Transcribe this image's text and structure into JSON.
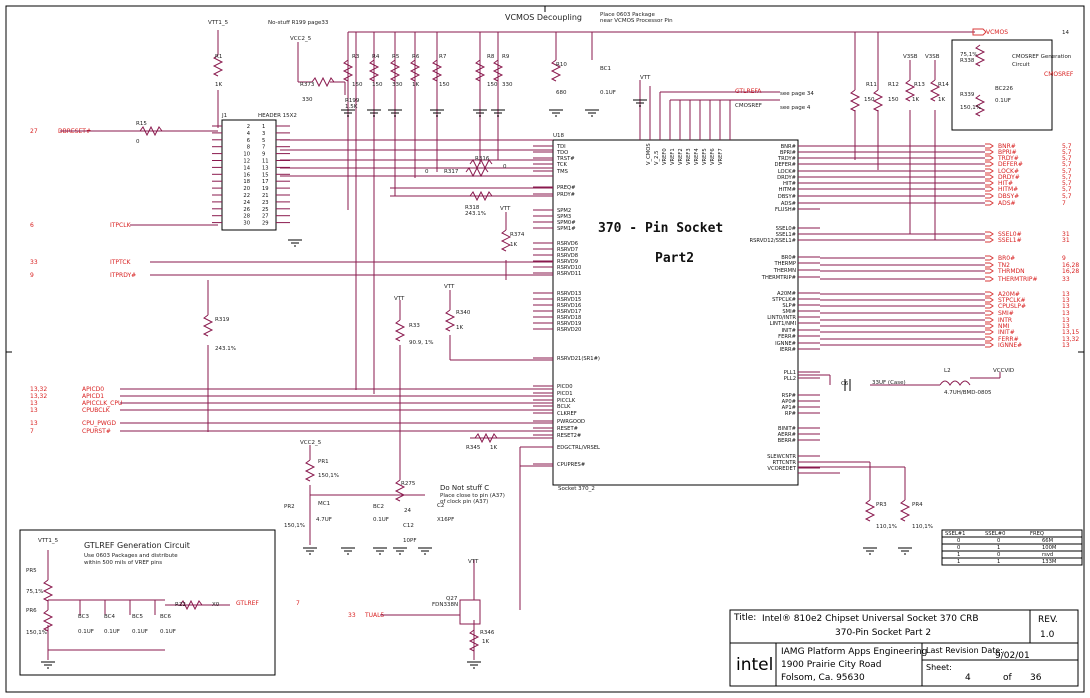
{
  "header": {
    "decoupling": "VCMOS Decoupling",
    "place_note_1": "Place 0603 Package",
    "place_note_2": "near VCMOS Processor Pin",
    "nostuff": "No-stuff R199 page33"
  },
  "socket": {
    "ref": "U18",
    "title_1": "370 - Pin Socket",
    "title_2": "Part2",
    "footer": "Socket 370_2",
    "left_pins": [
      "TDI",
      "TDO",
      "TRST#",
      "TCK",
      "TMS",
      "PREQ#",
      "PRDY#",
      "SPM2",
      "SPM3",
      "SPM0#",
      "SPM1#",
      "RSRVD6",
      "RSRVD7",
      "RSRVD8",
      "RSRVD9",
      "RSRVD10",
      "RSRVD11",
      "RSRVD13",
      "RSRVD15",
      "RSRVD16",
      "RSRVD17",
      "RSRVD18",
      "RSRVD19",
      "RSRVD20",
      "RSRVD21(SR1#)",
      "PICD0",
      "PICD1",
      "PICCLK",
      "BCLK",
      "CLKREF",
      "PWRGOOD",
      "RESET#",
      "RESET2#",
      "EDGCTRL/VRSEL",
      "CPUPRES#"
    ],
    "right_pins": [
      "BNR#",
      "BPRI#",
      "TRDY#",
      "DEFER#",
      "LOCK#",
      "DRDY#",
      "HIT#",
      "HITM#",
      "DBSY#",
      "ADS#",
      "FLUSH#",
      "SSEL0#",
      "SSEL1#",
      "RSRVD12/SSEL1#",
      "BR0#",
      "THERMP",
      "THERMN",
      "THERMTRIP#",
      "A20M#",
      "STPCLK#",
      "SLP#",
      "SMI#",
      "LINT0/INTR",
      "LINT1/NMI",
      "INIT#",
      "FERR#",
      "IGNNE#",
      "IERR#",
      "PLL1",
      "PLL2",
      "RSP#",
      "AP0#",
      "AP1#",
      "RP#",
      "BINIT#",
      "AERR#",
      "BERR#",
      "SLEWCNTR",
      "RTTCNTR",
      "VCOREDET"
    ],
    "top_pins": [
      "V_CMOS",
      "V_2.5",
      "VREF0",
      "VREF1",
      "VREF2",
      "VREF3",
      "VREF4",
      "VREF5",
      "VREF6",
      "VREF7"
    ]
  },
  "nets": {
    "left": [
      "DBRESET#",
      "ITPCLK",
      "ITPTCK",
      "ITPRDY#",
      "APICD0",
      "APICD1",
      "APICCLK_CPU",
      "CPUBCLK",
      "CPU_PWGD",
      "CPURST#",
      "TUAL5",
      "GTLREF"
    ],
    "left_pages": [
      "27",
      "6",
      "33",
      "9",
      "13,32",
      "13,32",
      "13",
      "13",
      "13",
      "7",
      "33",
      "7"
    ],
    "right": [
      "BNR#",
      "BPRI#",
      "TRDY#",
      "DEFER#",
      "LOCK#",
      "DRDY#",
      "HIT#",
      "HITM#",
      "DBSY#",
      "ADS#",
      "SSEL0#",
      "SSEL1#",
      "BR0#",
      "TN2",
      "THRMDN",
      "THERMTRIP#",
      "A20M#",
      "STPCLK#",
      "CPUSLP#",
      "SMI#",
      "INTR",
      "NMI",
      "INIT#",
      "FERR#",
      "IGNNE#"
    ],
    "right_pages": [
      "5,7",
      "5,7",
      "5,7",
      "5,7",
      "5,7",
      "5,7",
      "5,7",
      "5,7",
      "5,7",
      "7",
      "31",
      "31",
      "9",
      "16,28",
      "16,28",
      "33",
      "13",
      "13",
      "13",
      "13",
      "13",
      "13",
      "13,15",
      "13,32",
      "13"
    ],
    "top": [
      "GTLREFA",
      "CMOSREF",
      "VCMOS",
      "CMOSREF"
    ],
    "top_notes": [
      "see page 34",
      "see page 4"
    ]
  },
  "components": {
    "header": "HEADER 15X2",
    "header_ref": "J1",
    "header_pins_left": [
      "2",
      "4",
      "6",
      "8",
      "10",
      "12",
      "14",
      "16",
      "18",
      "20",
      "22",
      "24",
      "26",
      "28",
      "30"
    ],
    "header_pins_right": [
      "1",
      "3",
      "5",
      "7",
      "9",
      "11",
      "13",
      "15",
      "17",
      "19",
      "21",
      "23",
      "25",
      "27",
      "29"
    ],
    "resistors": [
      "R1",
      "1K",
      "R373",
      "330",
      "R199",
      "1.5K",
      "R3",
      "150",
      "R4",
      "150",
      "R5",
      "330",
      "R6",
      "1K",
      "R7",
      "150",
      "R8",
      "150",
      "R9",
      "330",
      "R10",
      "680",
      "R11",
      "150",
      "R12",
      "150",
      "R13",
      "1K",
      "R14",
      "1K",
      "R15",
      "0",
      "R316",
      "0",
      "R317",
      "0",
      "R318",
      "243.1%",
      "R374",
      "1K",
      "R319",
      "243.1%",
      "R33",
      "90.9, 1%",
      "R340",
      "1K",
      "R345",
      "1K",
      "PR1",
      "150,1%",
      "PR2",
      "150,1%",
      "R275",
      "24",
      "PR3",
      "110,1%",
      "PR4",
      "110,1%",
      "PR5",
      "75,1%",
      "PR6",
      "150,1%",
      "R22",
      "X0",
      "R346",
      "1K",
      "R338",
      "75,1%",
      "R339",
      "150,1%"
    ],
    "caps": [
      "BC1",
      "0.1UF",
      "BC226",
      "0.1UF",
      "MC1",
      "4.7UF",
      "BC2",
      "0.1UF",
      "C12",
      "10PF",
      "C2",
      "X16PF",
      "C6",
      "33UF (Case)",
      "BC3",
      "0.1UF",
      "BC4",
      "0.1UF",
      "BC5",
      "0.1UF",
      "BC6",
      "0.1UF"
    ],
    "inductor": [
      "L2",
      "4.7UH/BMD-0805"
    ],
    "fet": [
      "Q27",
      "FDN338N"
    ],
    "vcc": [
      "VTT1_5",
      "VCC2_5",
      "VTT",
      "VCCVID",
      "V3SB",
      "V3SB",
      "VTT1_5",
      "VCC2_5"
    ],
    "dnp_1": "Do Not stuff C",
    "dnp_2": "Place close to pin (A37)",
    "dnp_3": "of clock pin (A37)"
  },
  "gtlref": {
    "title": "GTLREF Generation Circuit",
    "note_1": "Use 0603 Packages and distribute",
    "note_2": "within 500 mils of VREF pins"
  },
  "cmosref": {
    "title": "CMOSREF Generation",
    "title_2": "Circuit"
  },
  "table": {
    "headers": [
      "SSEL#1",
      "SSEL#0",
      "FREQ"
    ],
    "rows": [
      [
        "0",
        "0",
        "66M"
      ],
      [
        "0",
        "1",
        "100M"
      ],
      [
        "1",
        "0",
        "rsvd"
      ],
      [
        "1",
        "1",
        "133M"
      ]
    ]
  },
  "title_block": {
    "title_label": "Title:",
    "title_1": "Intel® 810e2 Chipset Universal Socket 370 CRB",
    "title_2": "370-Pin Socket Part 2",
    "rev_label": "REV.",
    "rev": "1.0",
    "company": "IAMG Platform Apps Engineering",
    "addr_1": "1900 Prairie City Road",
    "addr_2": "Folsom, Ca. 95630",
    "last_rev_label": "Last Revision Date:",
    "last_rev": "9/02/01",
    "sheet_label": "Sheet:",
    "sheet": "4",
    "of": "of",
    "total": "36",
    "logo": "intel"
  },
  "colors": {
    "wire": "#8a1a4e",
    "net": "#d82020",
    "ink": "#000000"
  }
}
